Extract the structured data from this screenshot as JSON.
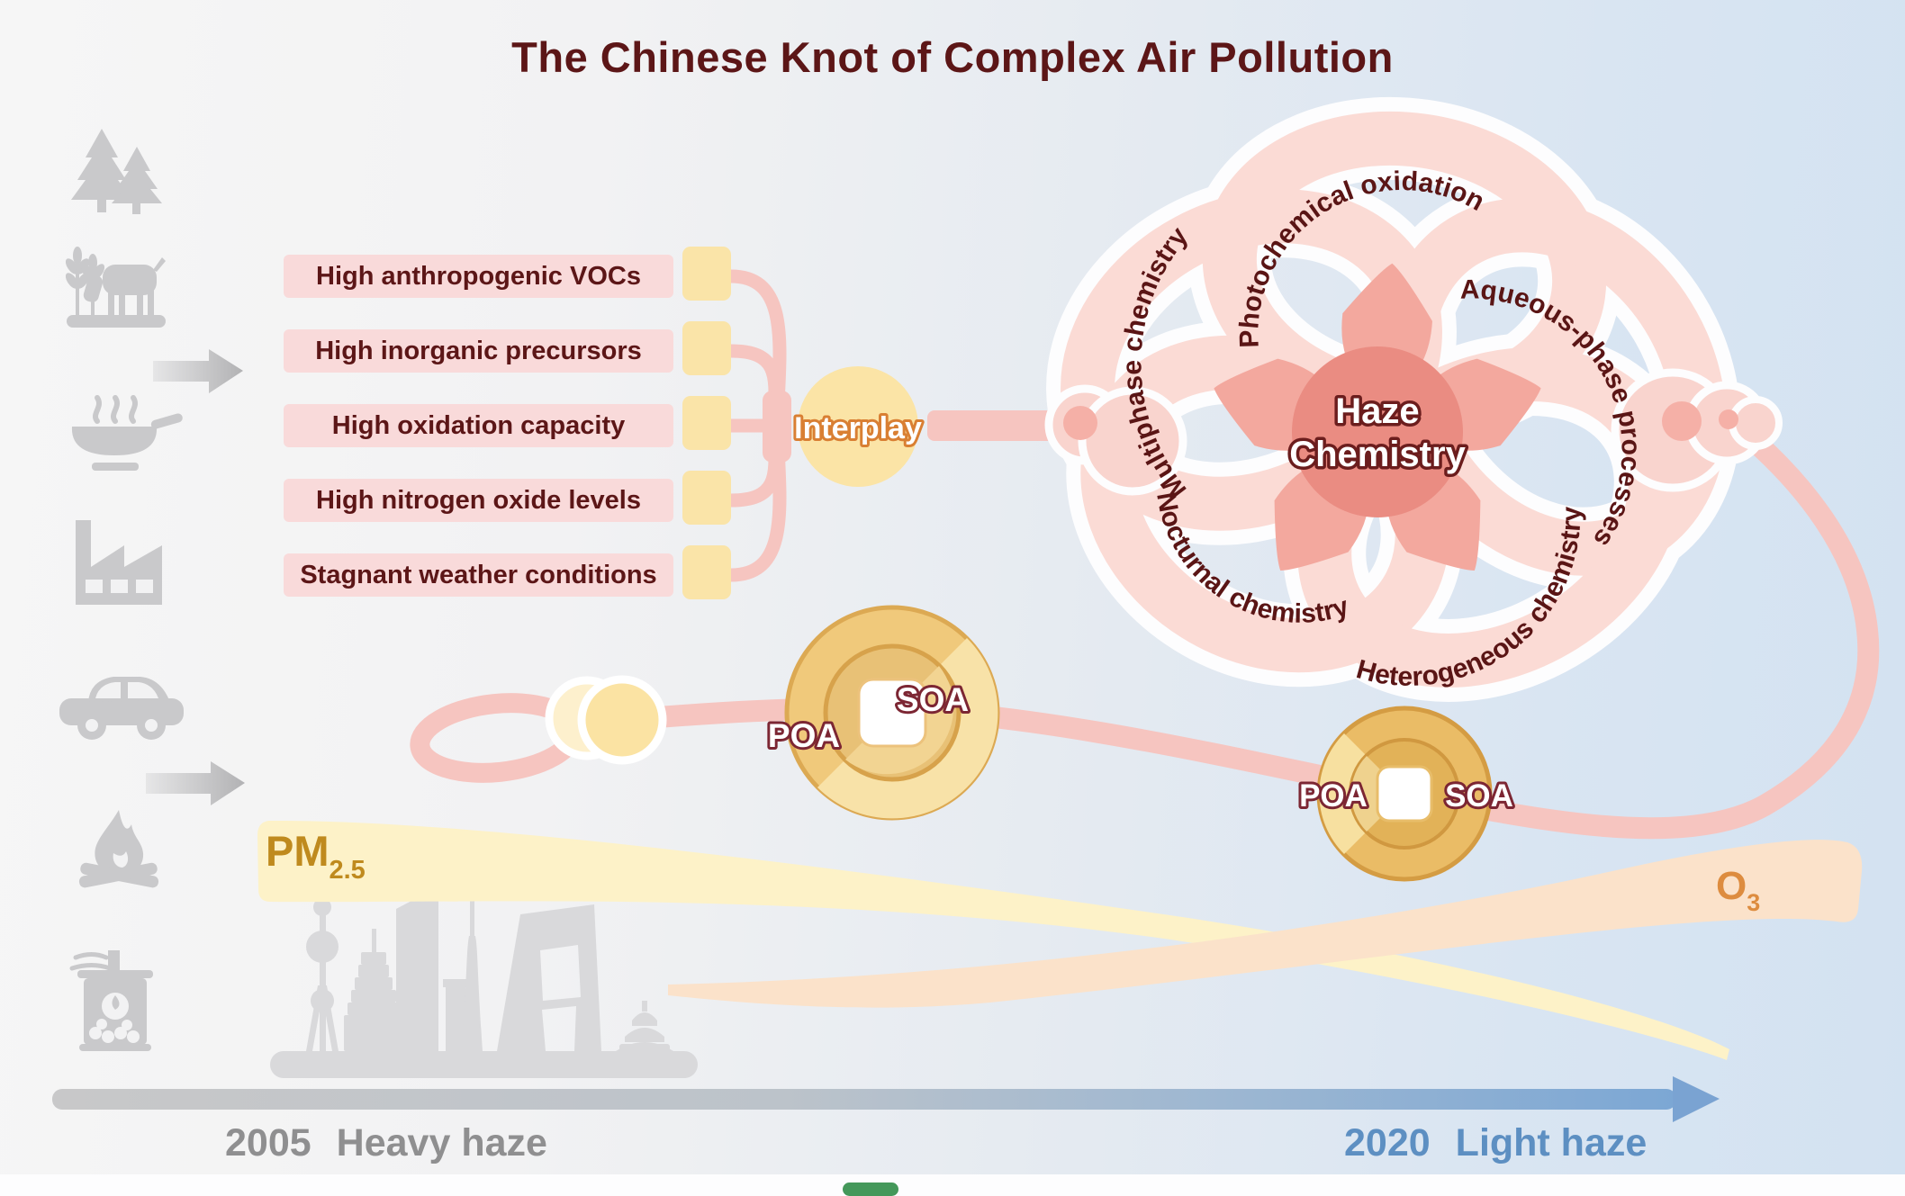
{
  "title": "The Chinese Knot of Complex Air Pollution",
  "factors": [
    {
      "label": "High anthropogenic VOCs"
    },
    {
      "label": "High inorganic precursors"
    },
    {
      "label": "High oxidation capacity"
    },
    {
      "label": "High nitrogen oxide levels"
    },
    {
      "label": "Stagnant weather conditions"
    }
  ],
  "interplay": {
    "label": "Interplay"
  },
  "knot": {
    "center_line1": "Haze",
    "center_line2": "Chemistry",
    "loops": [
      "Multiphase chemistry",
      "Photochemical oxidation",
      "Aqueous-phase processes",
      "Nocturnal chemistry",
      "Heterogeneous chemistry"
    ]
  },
  "coins": [
    {
      "left": "POA",
      "right": "SOA"
    },
    {
      "left": "POA",
      "right": "SOA"
    }
  ],
  "pollutants": {
    "pm_main": "PM",
    "pm_sub": "2.5",
    "o3_main": "O",
    "o3_sub": "3"
  },
  "timeline": {
    "start_year": "2005",
    "start_label": "Heavy haze",
    "end_year": "2020",
    "end_label": "Light haze"
  },
  "icons": [
    "forest-icon",
    "livestock-agriculture-icon",
    "emission-arrow-icon",
    "cooking-icon",
    "factory-icon",
    "car-icon",
    "emission-arrow-icon",
    "open-burning-icon",
    "residential-stove-icon"
  ],
  "trends": {
    "pm25": "decreasing from 2005 to 2020",
    "o3": "increasing from 2005 to 2020"
  },
  "colors": {
    "title": "#5c1617",
    "factor_box": "#f9dada",
    "factor_text": "#5c1617",
    "connector_square": "#fae4a8",
    "rope": "#f6c5c0",
    "knot_ring": "#fbdbd5",
    "knot_center": "#ea8c82",
    "petal": "#f3a89e",
    "interplay_circle": "#fbe4a6",
    "interplay_text_outline": "#d97f33",
    "coin_gold": "#f0c97b",
    "coin_text_outline": "#7c2633",
    "pm_band": "#fdf2c8",
    "pm_text": "#bf8a1e",
    "o3_band": "#fbe2ca",
    "o3_text": "#dd8c3f",
    "timeline_start_text": "#8f8f90",
    "timeline_end_text": "#5d8fc2",
    "icon_gray": "#c9c9cb",
    "bg_left": "#f6f6f6",
    "bg_right": "#d3e2f1"
  }
}
